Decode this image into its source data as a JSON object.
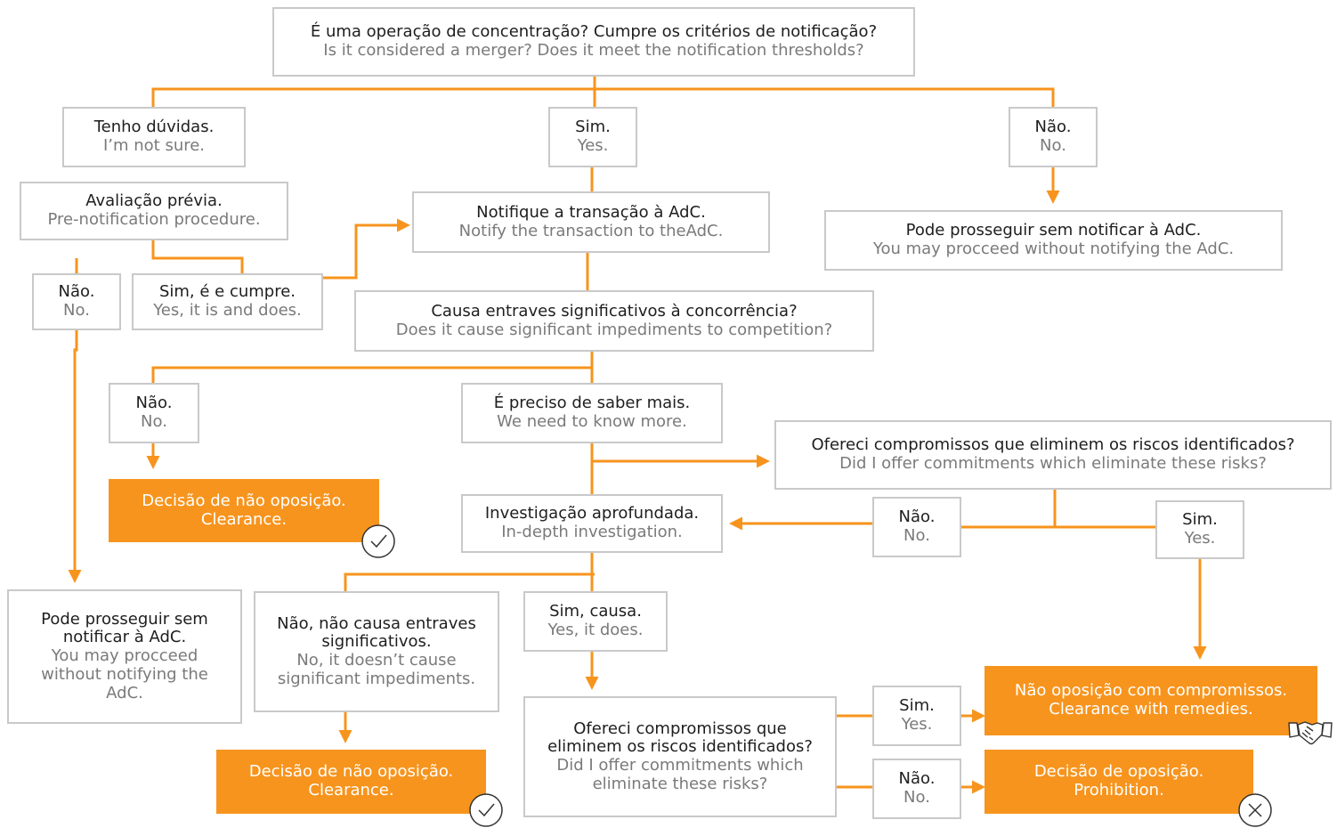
{
  "colors": {
    "accent": "#f7941d",
    "box_border": "#c9c9c9",
    "secondary_text": "#7a7a7a"
  },
  "nodes": {
    "q1": {
      "pt": "É uma operação de concentração? Cumpre os critérios de notificação?",
      "en": "Is it considered a merger? Does it meet the notification thresholds?"
    },
    "unsure": {
      "pt": "Tenho dúvidas.",
      "en": "I’m not sure."
    },
    "yes_top": {
      "pt": "Sim.",
      "en": "Yes."
    },
    "no_top": {
      "pt": "Não.",
      "en": "No."
    },
    "prenotif": {
      "pt": "Avaliação prévia.",
      "en": "Pre-notification procedure."
    },
    "notify": {
      "pt": "Notifique a transação à AdC.",
      "en": "Notify the transaction to theAdC."
    },
    "proceed_right": {
      "pt": "Pode prosseguir sem notificar à AdC.",
      "en": "You may procceed without notifying the AdC."
    },
    "pre_no": {
      "pt": "Não.",
      "en": "No."
    },
    "pre_yes": {
      "pt": "Sim, é e cumpre.",
      "en": "Yes, it is and does."
    },
    "q2": {
      "pt": "Causa entraves significativos à concorrência?",
      "en": "Does it cause significant impediments to competition?"
    },
    "q2_no": {
      "pt": "Não.",
      "en": "No."
    },
    "know_more": {
      "pt": "É preciso de saber mais.",
      "en": "We need to know more."
    },
    "commit_q1": {
      "pt": "Ofereci compromissos que eliminem os riscos identificados?",
      "en": "Did I offer commitments which eliminate these risks?"
    },
    "clearance1": {
      "pt": "Decisão de não oposição.",
      "en": "Clearance."
    },
    "indepth": {
      "pt": "Investigação aprofundada.",
      "en": "In-depth investigation."
    },
    "c1_no": {
      "pt": "Não.",
      "en": "No."
    },
    "c1_yes": {
      "pt": "Sim.",
      "en": "Yes."
    },
    "proceed_left": {
      "pt": "Pode prosseguir sem notificar à AdC.",
      "en": "You may procceed without notifying the AdC."
    },
    "not_cause": {
      "pt": "Não, não causa entraves significativos.",
      "en": "No, it doesn’t cause significant impediments."
    },
    "yes_cause": {
      "pt": "Sim, causa.",
      "en": "Yes, it does."
    },
    "remedies": {
      "pt": "Não oposição com compromissos.",
      "en": "Clearance with remedies."
    },
    "commit_q2": {
      "pt": "Ofereci compromissos que eliminem os riscos identificados?",
      "en": "Did I offer commitments which eliminate these risks?"
    },
    "c2_yes": {
      "pt": "Sim.",
      "en": "Yes."
    },
    "c2_no": {
      "pt": "Não.",
      "en": "No."
    },
    "clearance2": {
      "pt": "Decisão de não oposição.",
      "en": "Clearance."
    },
    "prohibition": {
      "pt": "Decisão de oposição.",
      "en": "Prohibition."
    }
  },
  "icons": {
    "clearance1": "check-circle-icon",
    "clearance2": "check-circle-icon",
    "remedies": "handshake-icon",
    "prohibition": "x-circle-icon"
  }
}
